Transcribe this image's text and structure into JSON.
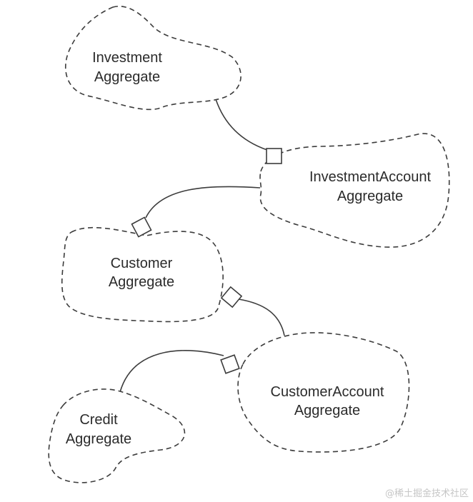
{
  "diagram": {
    "aggregates": [
      {
        "id": "investment",
        "line1": "Investment",
        "line2": "Aggregate"
      },
      {
        "id": "investment-account",
        "line1": "InvestmentAccount",
        "line2": "Aggregate"
      },
      {
        "id": "customer",
        "line1": "Customer",
        "line2": "Aggregate"
      },
      {
        "id": "customer-account",
        "line1": "CustomerAccount",
        "line2": "Aggregate"
      },
      {
        "id": "credit",
        "line1": "Credit",
        "line2": "Aggregate"
      }
    ]
  },
  "watermark": "@稀土掘金技术社区"
}
